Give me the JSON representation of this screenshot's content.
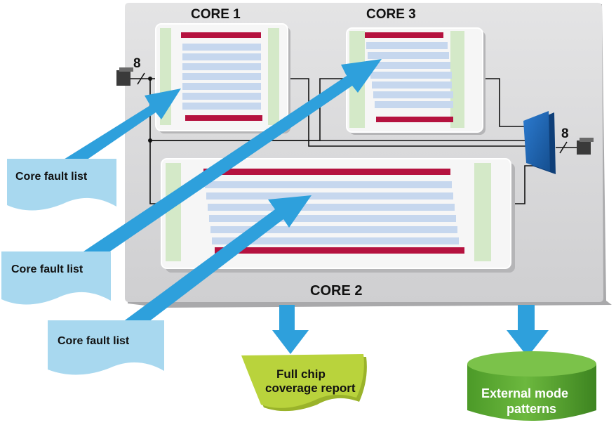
{
  "cores": {
    "core1": {
      "label": "CORE 1"
    },
    "core2": {
      "label": "CORE 2"
    },
    "core3": {
      "label": "CORE 3"
    }
  },
  "bus": {
    "input_width": "8",
    "output_width": "8"
  },
  "fault_lists": [
    {
      "label": "Core fault list"
    },
    {
      "label": "Core fault list"
    },
    {
      "label": "Core fault list"
    }
  ],
  "outputs": {
    "report_line1": "Full chip",
    "report_line2": "coverage report",
    "patterns_line1": "External mode",
    "patterns_line2": "patterns"
  },
  "colors": {
    "chip": "#d9d9da",
    "core_border": "#ffffff",
    "scan_chain": "#c6d7ee",
    "scan_chain_edge": "#e0a0b8",
    "chain_accent": "#b5123f",
    "wrapper": "#d4e9c8",
    "arrow": "#2ea0dc",
    "fault_doc": "#a8d8ef",
    "report_doc": "#b9d33c",
    "database": "#5fa733",
    "mux": "#1f66b0"
  }
}
